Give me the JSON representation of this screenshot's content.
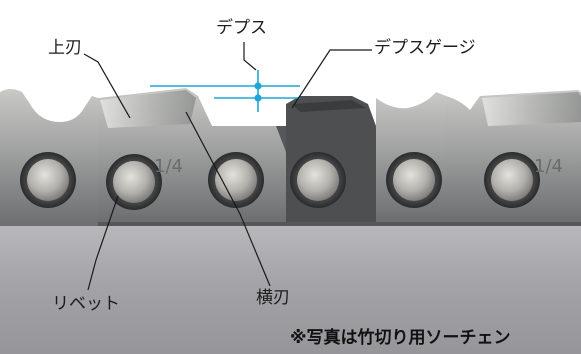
{
  "labels": {
    "top_plate": "上刃",
    "depth": "デプス",
    "depth_gauge": "デプスゲージ",
    "rivet": "リベット",
    "side_plate": "横刃"
  },
  "note": "※写真は竹切り用ソーチェン",
  "stamp_marking": "1/4",
  "colors": {
    "background": "#ffffff",
    "guide_bar": "#a7a7ab",
    "chain_metal": "#8a8c8f",
    "measure_line": "#1fa6d6",
    "leader_line": "#1a1a1a"
  }
}
